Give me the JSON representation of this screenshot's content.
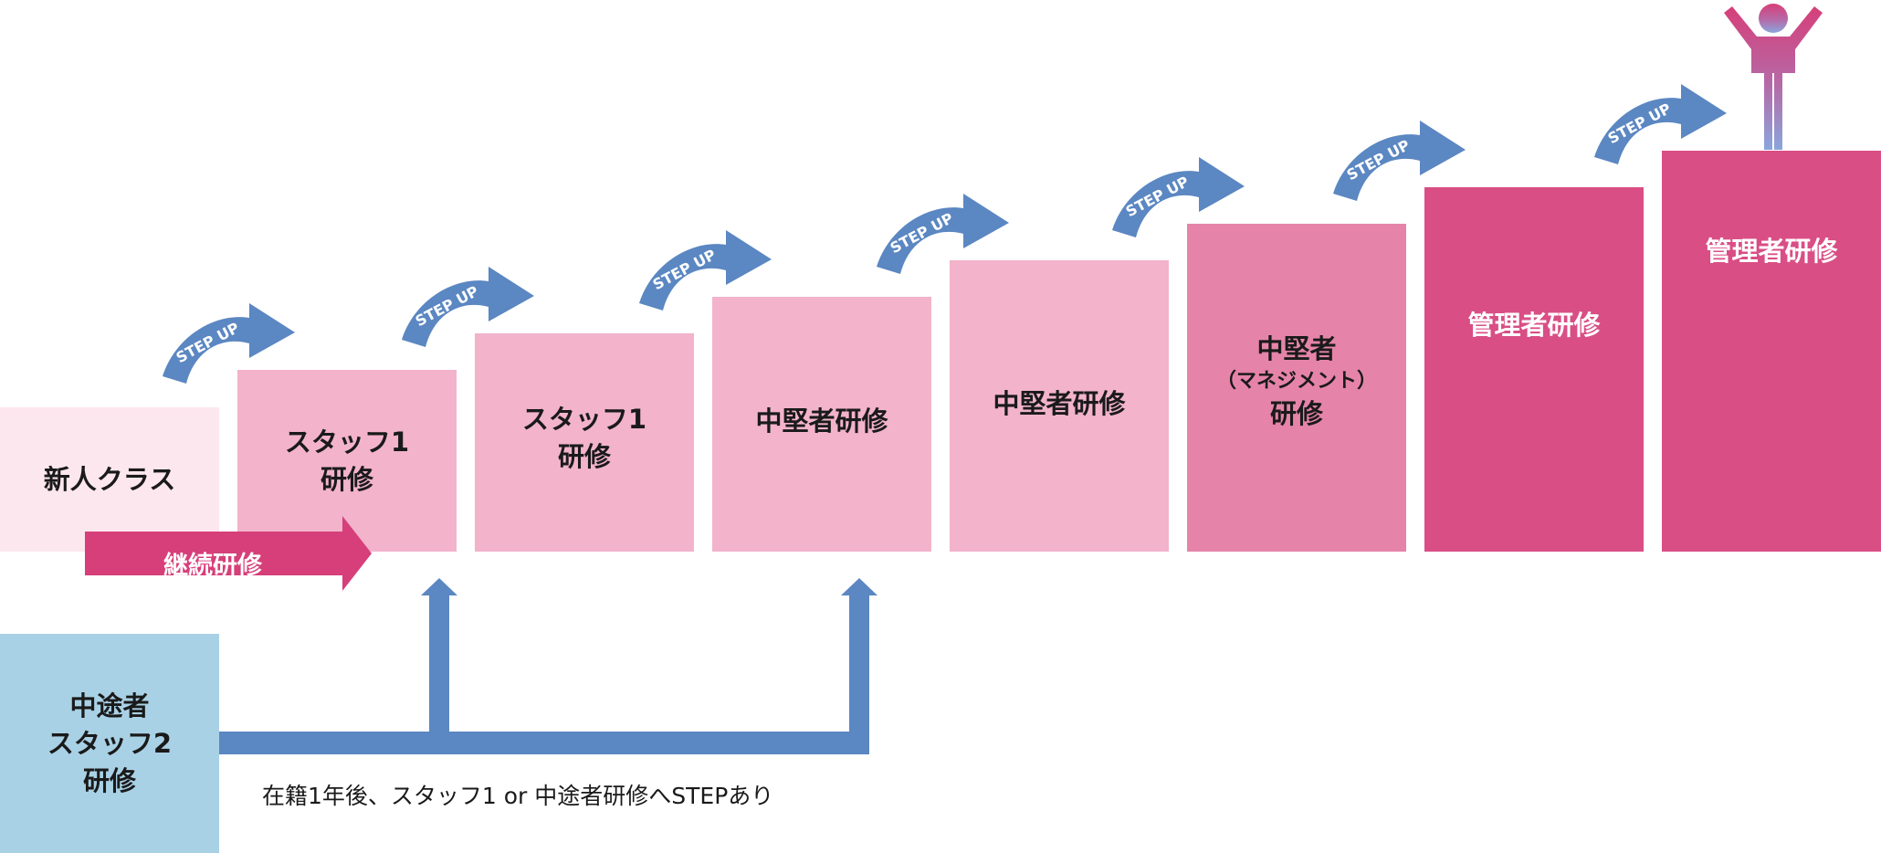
{
  "colors": {
    "step_palest": "#fde7ee",
    "step_pale": "#f2b3cb",
    "step_mid": "#e584a8",
    "step_strong": "#d94e85",
    "continuous_arrow": "#d63f79",
    "stepup_arrow": "#5b87c2",
    "midcareer_box": "#a9d1e6"
  },
  "steps": [
    {
      "line1": "新人クラス"
    },
    {
      "line1": "スタッフ1",
      "line2": "研修"
    },
    {
      "line1": "スタッフ1",
      "line2": "研修"
    },
    {
      "line1": "中堅者研修"
    },
    {
      "line1": "中堅者研修"
    },
    {
      "line1": "中堅者",
      "line2": "（マネジメント）",
      "line3": "研修"
    },
    {
      "line1": "管理者研修"
    },
    {
      "line1": "管理者研修"
    }
  ],
  "stepup_label": "STEP UP",
  "continuous_training": "継続研修",
  "midcareer": {
    "line1": "中途者",
    "line2": "スタッフ2",
    "line3": "研修"
  },
  "note": "在籍1年後、スタッフ1 or 中途者研修へSTEPあり",
  "figure_icon": "person-arms-raised-icon"
}
